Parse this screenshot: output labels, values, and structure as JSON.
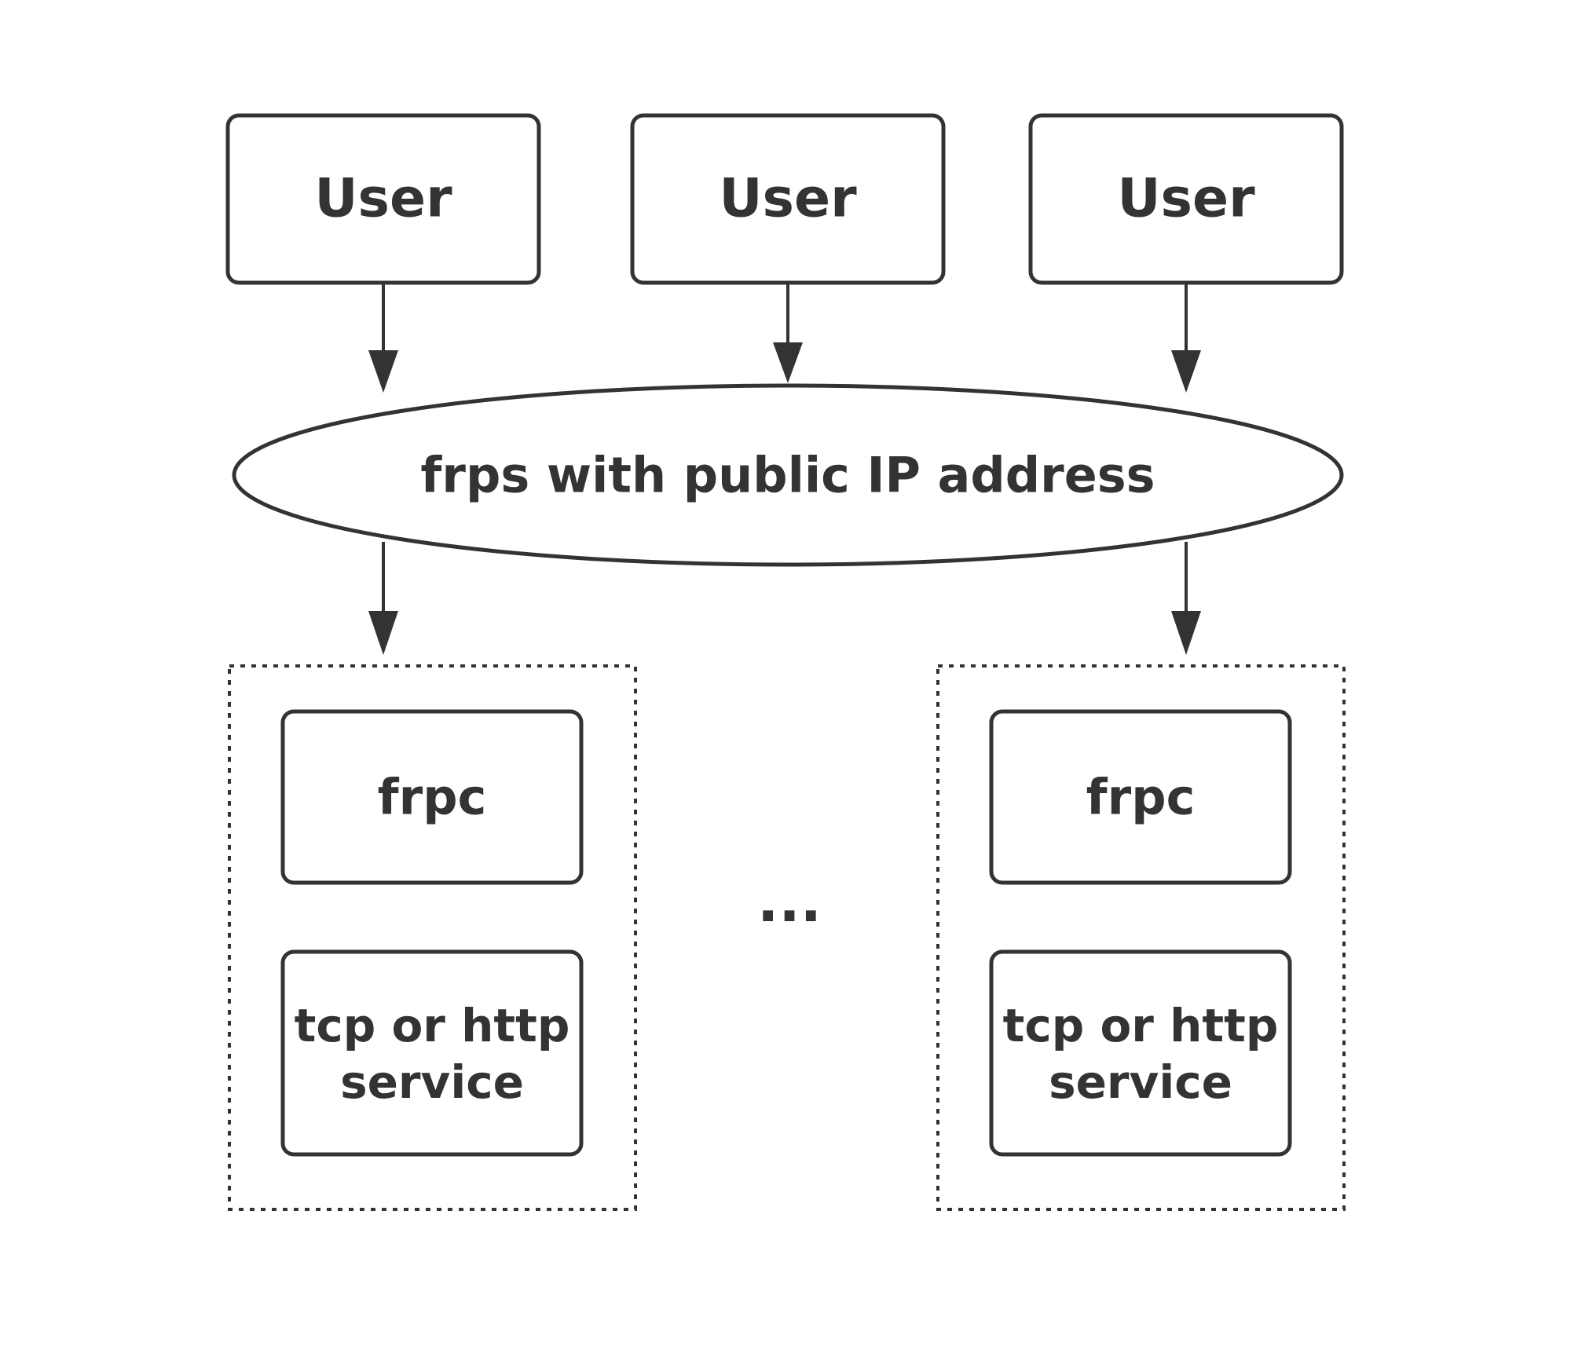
{
  "diagram": {
    "users": [
      {
        "label": "User"
      },
      {
        "label": "User"
      },
      {
        "label": "User"
      }
    ],
    "server": {
      "label": "frps with public IP address"
    },
    "clients": [
      {
        "frpc_label": "frpc",
        "service_label": [
          "tcp or http",
          "service"
        ]
      },
      {
        "frpc_label": "frpc",
        "service_label": [
          "tcp or http",
          "service"
        ]
      }
    ],
    "ellipsis": "...",
    "edges": [
      {
        "from": "User",
        "to": "frps with public IP address"
      },
      {
        "from": "User",
        "to": "frps with public IP address"
      },
      {
        "from": "User",
        "to": "frps with public IP address"
      },
      {
        "from": "frps with public IP address",
        "to": "frpc"
      },
      {
        "from": "frps with public IP address",
        "to": "frpc"
      }
    ],
    "colors": {
      "stroke": "#333333",
      "text": "#333333",
      "background": "#ffffff"
    }
  }
}
